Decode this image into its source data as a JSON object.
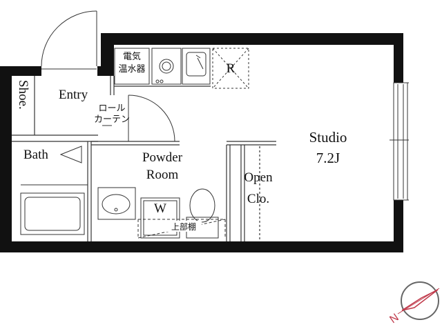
{
  "rooms": {
    "studio": {
      "name": "Studio",
      "size": "7.2J"
    },
    "entry": "Entry",
    "shoe": "Shoe.",
    "bath": "Bath",
    "powder_line1": "Powder",
    "powder_line2": "Room",
    "open_line1": "Open",
    "open_line2": "Clo."
  },
  "fixtures": {
    "water_heater_line1": "電気",
    "water_heater_line2": "温水器",
    "fridge": "R",
    "curtain_line1": "ロール",
    "curtain_line2": "カーテン",
    "washer": "W",
    "upper_shelf": "上部棚"
  },
  "compass": {
    "label": "N"
  },
  "colors": {
    "wall": "#111111",
    "compass": "#c0394a",
    "line": "#333333"
  }
}
